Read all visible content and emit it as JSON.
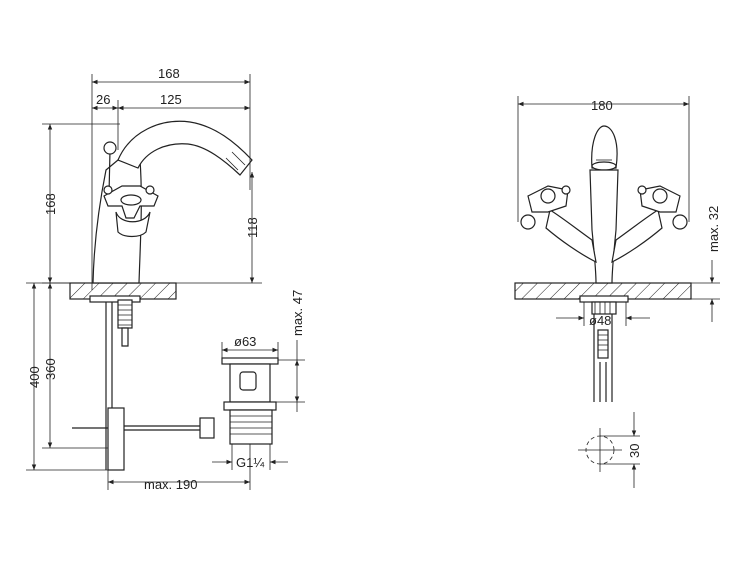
{
  "dimensions": {
    "total_reach": "168",
    "handle_offset": "26",
    "spout_reach": "125",
    "total_height": "168",
    "spout_height": "118",
    "drain_rod_height_400": "400",
    "drain_rod_height_360": "360",
    "waste_height": "max. 47",
    "waste_diameter": "ø63",
    "waste_thread": "G1¼",
    "pull_rod_length": "max. 190",
    "width": "180",
    "deck_thickness": "max. 32",
    "base_diameter": "ø48",
    "hole_size": "30"
  }
}
